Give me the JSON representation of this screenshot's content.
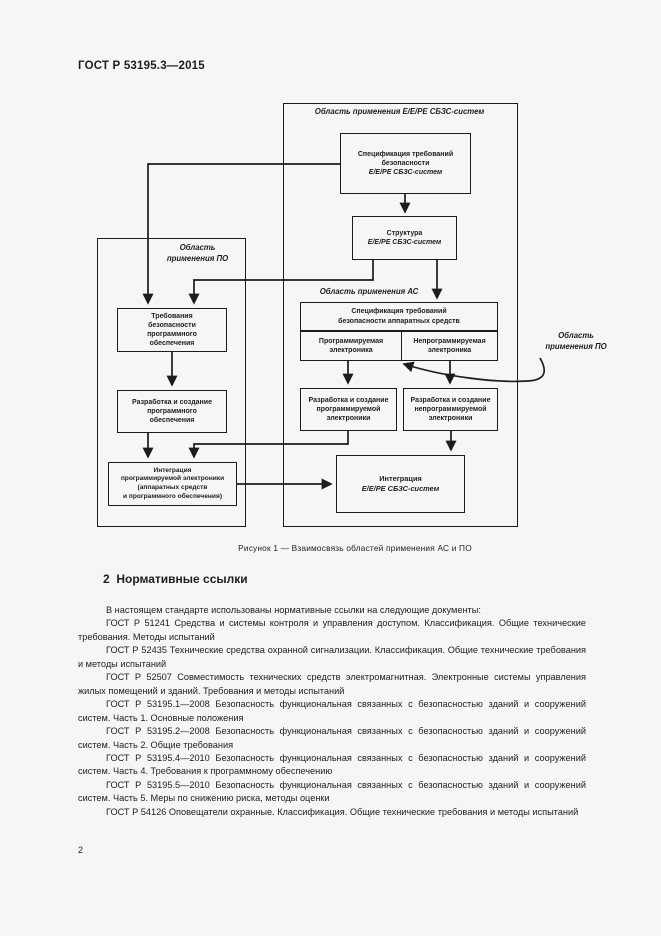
{
  "page": {
    "header": "ГОСТ Р 53195.3—2015",
    "page_number": "2"
  },
  "figure": {
    "region_eepe_label": "Область применения Е/Е/РЕ СБЗС-систем",
    "region_po_label": "Область\nприменения ПО",
    "region_as_label": "Область применения АС",
    "side_po_label": "Область\nприменения ПО",
    "boxes": {
      "spec_eepe_top": "Спецификация требований\nбезопасности",
      "spec_eepe_italic": "Е/Е/РЕ СБЗС-систем",
      "structure_top": "Структура",
      "structure_italic": "Е/Е/РЕ СБЗС-систем",
      "spec_hw": "Спецификация требований\nбезопасности аппаратных средств",
      "prog_el": "Программируемая\nэлектроника",
      "nonprog_el": "Непрограммируемая\nэлектроника",
      "sw_req": "Требования\nбезопасности\nпрограммного\nобеспечения",
      "sw_dev": "Разработка и создание\nпрограммного\nобеспечения",
      "pe_integration": "Интеграция\nпрограммируемой электроники\n(аппаратных средств\nи программного обеспечения)",
      "pe_dev": "Разработка и создание\nпрограммируемой\nэлектроники",
      "npe_dev": "Разработка и создание\nнепрограммируемой\nэлектроники",
      "eepe_integration_top": "Интеграция",
      "eepe_integration_italic": "Е/Е/РЕ СБЗС-систем"
    },
    "caption": "Рисунок 1 — Взаимосвязь областей применения АС и ПО"
  },
  "section": {
    "heading": "2  Нормативные ссылки",
    "paragraphs": [
      "В настоящем стандарте использованы нормативные ссылки на следующие документы:",
      "ГОСТ Р 51241 Средства и системы контроля и управления доступом. Классификация. Общие технические требования. Методы испытаний",
      "ГОСТ Р 52435 Технические средства охранной сигнализации. Классификация. Общие технические требования и методы испытаний",
      "ГОСТ Р 52507 Совместимость технических средств электромагнитная. Электронные системы управления жилых помещений и зданий. Требования и методы испытаний",
      "ГОСТ Р 53195.1—2008 Безопасность функциональная связанных с безопасностью зданий и сооружений систем. Часть 1. Основные положения",
      "ГОСТ Р 53195.2—2008 Безопасность функциональная связанных с безопасностью зданий и сооружений систем. Часть 2. Общие требования",
      "ГОСТ Р 53195.4—2010 Безопасность функциональная связанных с безопасностью зданий и сооружений систем. Часть 4. Требования к программному обеспечению",
      "ГОСТ Р 53195.5—2010 Безопасность функциональная связанных с безопасностью зданий и сооружений систем. Часть 5. Меры по снижению риска, методы оценки",
      "ГОСТ Р 54126 Оповещатели охранные. Классификация. Общие технические требования и методы испытаний"
    ]
  },
  "colors": {
    "ink": "#1c1c1c",
    "paper": "#f6f6f4"
  }
}
